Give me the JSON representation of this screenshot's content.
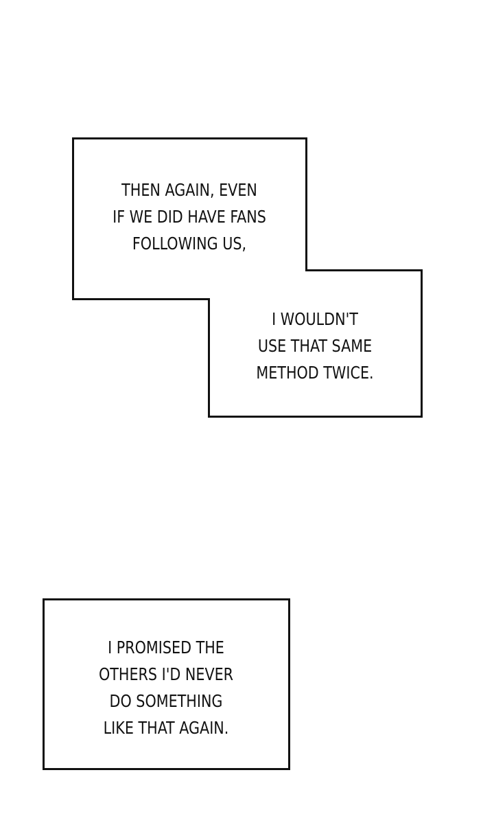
{
  "page": {
    "background": "#ffffff",
    "border_color": "#111111"
  },
  "captions": {
    "box1": {
      "lines": [
        "THEN AGAIN, EVEN",
        "IF WE DID HAVE FANS",
        "FOLLOWING US,"
      ]
    },
    "box2": {
      "lines": [
        "I WOULDN'T",
        "USE THAT SAME",
        "METHOD TWICE."
      ]
    },
    "box3": {
      "lines": [
        "I PROMISED THE",
        "OTHERS I'D NEVER",
        "DO SOMETHING",
        "LIKE THAT AGAIN."
      ]
    }
  }
}
